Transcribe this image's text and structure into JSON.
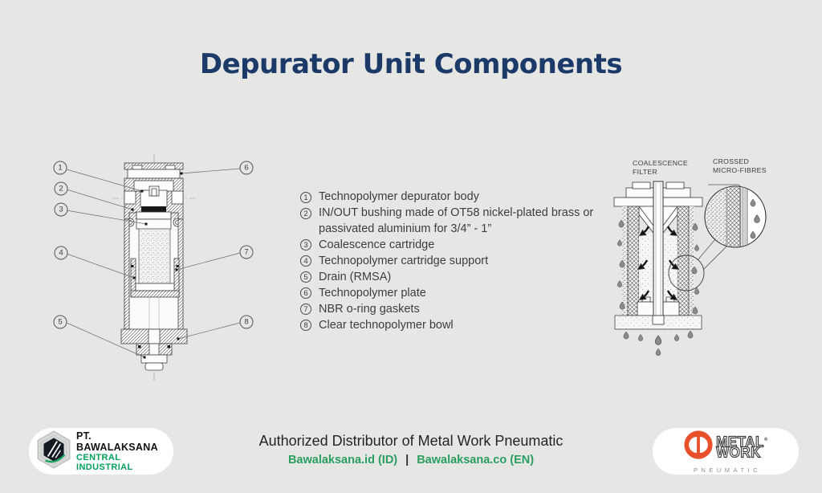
{
  "title": "Depurator Unit Components",
  "components": [
    {
      "num": "1",
      "label": "Technopolymer depurator body"
    },
    {
      "num": "2",
      "label": "IN/OUT bushing made of OT58 nickel-plated brass or passivated aluminium for 3/4” - 1”"
    },
    {
      "num": "3",
      "label": "Coalescence cartridge"
    },
    {
      "num": "4",
      "label": "Technopolymer cartridge support"
    },
    {
      "num": "5",
      "label": "Drain (RMSA)"
    },
    {
      "num": "6",
      "label": "Technopolymer plate"
    },
    {
      "num": "7",
      "label": "NBR o-ring gaskets"
    },
    {
      "num": "8",
      "label": "Clear technopolymer bowl"
    }
  ],
  "right_diagram": {
    "coalescence_label": "COALESCENCE\nFILTER",
    "crossed_label": "CROSSED\nMICRO-FIBRES"
  },
  "footer": {
    "distributor_text": "Authorized Distributor of Metal Work Pneumatic",
    "link_id": "Bawalaksana.id (ID)",
    "link_separator": "|",
    "link_en": "Bawalaksana.co (EN)",
    "company": {
      "name": "PT. BAWALAKSANA",
      "subtitle": "CENTRAL INDUSTRIAL"
    },
    "metalwork": {
      "metal": "METAL",
      "registered": "®",
      "work": "WORK",
      "pneumatic": "PNEUMATIC"
    }
  },
  "colors": {
    "background": "#e6e7e5",
    "title": "#1b3a68",
    "green": "#2a9e60",
    "metalwork_red": "#e8502c",
    "body_text": "#3d3d3d"
  }
}
